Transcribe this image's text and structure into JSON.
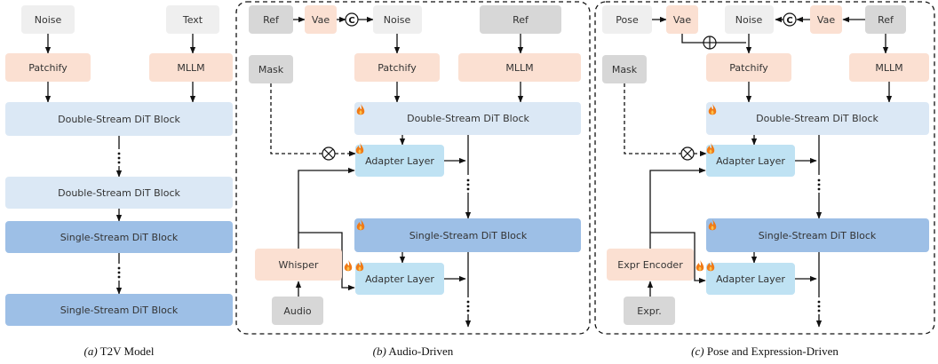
{
  "colors": {
    "input_gray": "#efefef",
    "ref_gray": "#d7d7d7",
    "orange": "#fbe0d2",
    "light_blue": "#dbe8f5",
    "mid_blue": "#9dbfe6",
    "adapter_cyan": "#bfe2f3",
    "line": "#111111",
    "flame": "#f07a17"
  },
  "panel_a": {
    "noise": "Noise",
    "text": "Text",
    "patchify": "Patchify",
    "mllm": "MLLM",
    "double_block_1": "Double-Stream DiT Block",
    "double_block_2": "Double-Stream DiT Block",
    "single_block_1": "Single-Stream DiT Block",
    "single_block_2": "Single-Stream DiT Block",
    "caption_letter": "(a)",
    "caption_text": " T2V Model"
  },
  "panel_b": {
    "ref": "Ref",
    "vae": "Vae",
    "noise": "Noise",
    "ref_right": "Ref",
    "mask": "Mask",
    "patchify": "Patchify",
    "mllm": "MLLM",
    "double_block": "Double-Stream DiT Block",
    "adapter_1": "Adapter Layer",
    "single_block": "Single-Stream DiT Block",
    "whisper": "Whisper",
    "adapter_2": "Adapter Layer",
    "audio": "Audio",
    "concat_symbol": "C",
    "caption_letter": "(b)",
    "caption_text": " Audio-Driven"
  },
  "panel_c": {
    "pose": "Pose",
    "vae_left": "Vae",
    "noise": "Noise",
    "vae_right": "Vae",
    "ref": "Ref",
    "mask": "Mask",
    "patchify": "Patchify",
    "mllm": "MLLM",
    "double_block": "Double-Stream DiT Block",
    "adapter_1": "Adapter Layer",
    "single_block": "Single-Stream DiT Block",
    "expr_encoder": "Expr Encoder",
    "adapter_2": "Adapter Layer",
    "expr": "Expr.",
    "concat_symbol": "C",
    "caption_letter": "(c)",
    "caption_text": " Pose and Expression-Driven"
  }
}
